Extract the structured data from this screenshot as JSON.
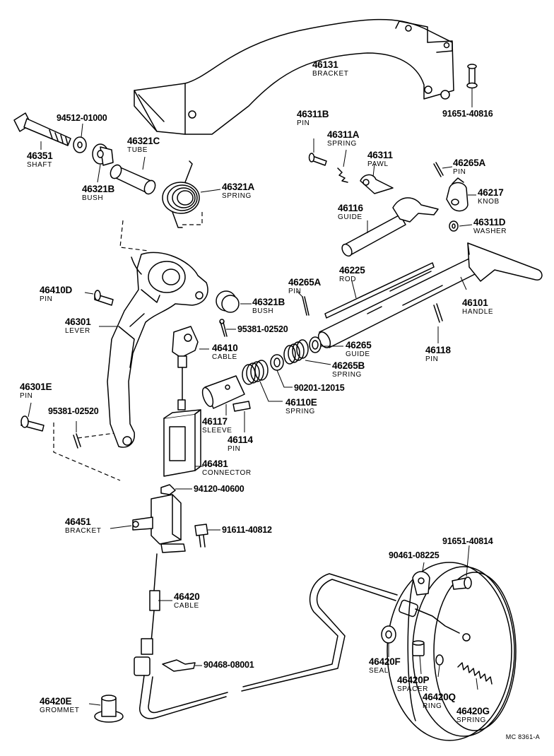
{
  "parts": [
    {
      "id": "46131",
      "number": "46131",
      "name": "BRACKET"
    },
    {
      "id": "91651-40816",
      "number": "91651-40816",
      "name": ""
    },
    {
      "id": "94512-01000",
      "number": "94512-01000",
      "name": ""
    },
    {
      "id": "46351",
      "number": "46351",
      "name": "SHAFT"
    },
    {
      "id": "46321C",
      "number": "46321C",
      "name": "TUBE"
    },
    {
      "id": "46321B-bush-top",
      "number": "46321B",
      "name": "BUSH"
    },
    {
      "id": "46321A",
      "number": "46321A",
      "name": "SPRING"
    },
    {
      "id": "46311B",
      "number": "46311B",
      "name": "PIN"
    },
    {
      "id": "46311A",
      "number": "46311A",
      "name": "SPRING"
    },
    {
      "id": "46311",
      "number": "46311",
      "name": "PAWL"
    },
    {
      "id": "46265A-top",
      "number": "46265A",
      "name": "PIN"
    },
    {
      "id": "46217",
      "number": "46217",
      "name": "KNOB"
    },
    {
      "id": "46116",
      "number": "46116",
      "name": "GUIDE"
    },
    {
      "id": "46311D",
      "number": "46311D",
      "name": "WASHER"
    },
    {
      "id": "46225",
      "number": "46225",
      "name": "ROD"
    },
    {
      "id": "46265A-mid",
      "number": "46265A",
      "name": "PIN"
    },
    {
      "id": "46101",
      "number": "46101",
      "name": "HANDLE"
    },
    {
      "id": "46410D",
      "number": "46410D",
      "name": "PIN"
    },
    {
      "id": "46321B-bush-mid",
      "number": "46321B",
      "name": "BUSH"
    },
    {
      "id": "46301",
      "number": "46301",
      "name": "LEVER"
    },
    {
      "id": "95381-02520-a",
      "number": "95381-02520",
      "name": ""
    },
    {
      "id": "46410",
      "number": "46410",
      "name": "CABLE"
    },
    {
      "id": "46265",
      "number": "46265",
      "name": "GUIDE"
    },
    {
      "id": "46118",
      "number": "46118",
      "name": "PIN"
    },
    {
      "id": "46265B",
      "number": "46265B",
      "name": "SPRING"
    },
    {
      "id": "90201-12015",
      "number": "90201-12015",
      "name": ""
    },
    {
      "id": "46301E",
      "number": "46301E",
      "name": "PIN"
    },
    {
      "id": "46110E",
      "number": "46110E",
      "name": "SPRING"
    },
    {
      "id": "95381-02520-b",
      "number": "95381-02520",
      "name": ""
    },
    {
      "id": "46117",
      "number": "46117",
      "name": "SLEEVE"
    },
    {
      "id": "46114",
      "number": "46114",
      "name": "PIN"
    },
    {
      "id": "46481",
      "number": "46481",
      "name": "CONNECTOR"
    },
    {
      "id": "94120-40600",
      "number": "94120-40600",
      "name": ""
    },
    {
      "id": "46451",
      "number": "46451",
      "name": "BRACKET"
    },
    {
      "id": "91611-40812",
      "number": "91611-40812",
      "name": ""
    },
    {
      "id": "91651-40814",
      "number": "91651-40814",
      "name": ""
    },
    {
      "id": "90461-08225",
      "number": "90461-08225",
      "name": ""
    },
    {
      "id": "46420",
      "number": "46420",
      "name": "CABLE"
    },
    {
      "id": "90468-08001",
      "number": "90468-08001",
      "name": ""
    },
    {
      "id": "46420F",
      "number": "46420F",
      "name": "SEAL"
    },
    {
      "id": "46420P",
      "number": "46420P",
      "name": "SPACER"
    },
    {
      "id": "46420Q",
      "number": "46420Q",
      "name": "RING"
    },
    {
      "id": "46420E",
      "number": "46420E",
      "name": "GROMMET"
    },
    {
      "id": "46420G",
      "number": "46420G",
      "name": "SPRING"
    }
  ],
  "footer_code": "MC 8361-A"
}
